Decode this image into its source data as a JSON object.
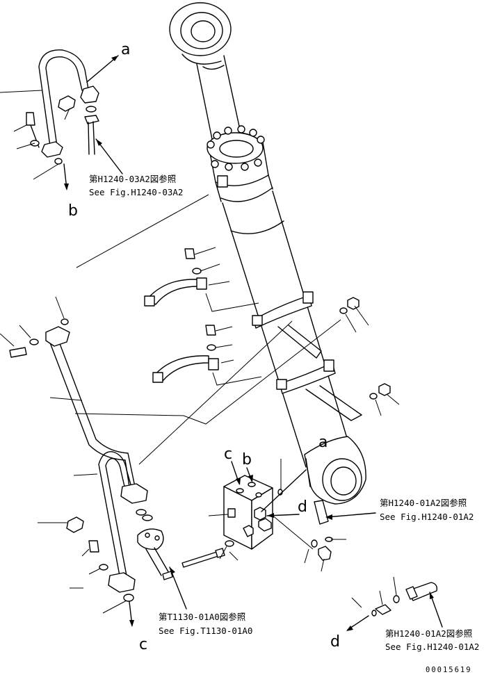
{
  "refs": {
    "top_jp": "第H1240-03A2図参照",
    "top_en": "See Fig.H1240-03A2",
    "mid_right_jp": "第H1240-01A2図参照",
    "mid_right_en": "See Fig.H1240-01A2",
    "bottom_mid_jp": "第T1130-01A0図参照",
    "bottom_mid_en": "See Fig.T1130-01A0",
    "bottom_right_jp": "第H1240-01A2図参照",
    "bottom_right_en": "See Fig.H1240-01A2"
  },
  "labels": {
    "a_top": "a",
    "b_top": "b",
    "a_mid": "a",
    "c_block": "c",
    "b_block": "b",
    "d_block": "d",
    "c_bottom": "c",
    "d_bottom": "d"
  },
  "drawing_code": "00015619"
}
